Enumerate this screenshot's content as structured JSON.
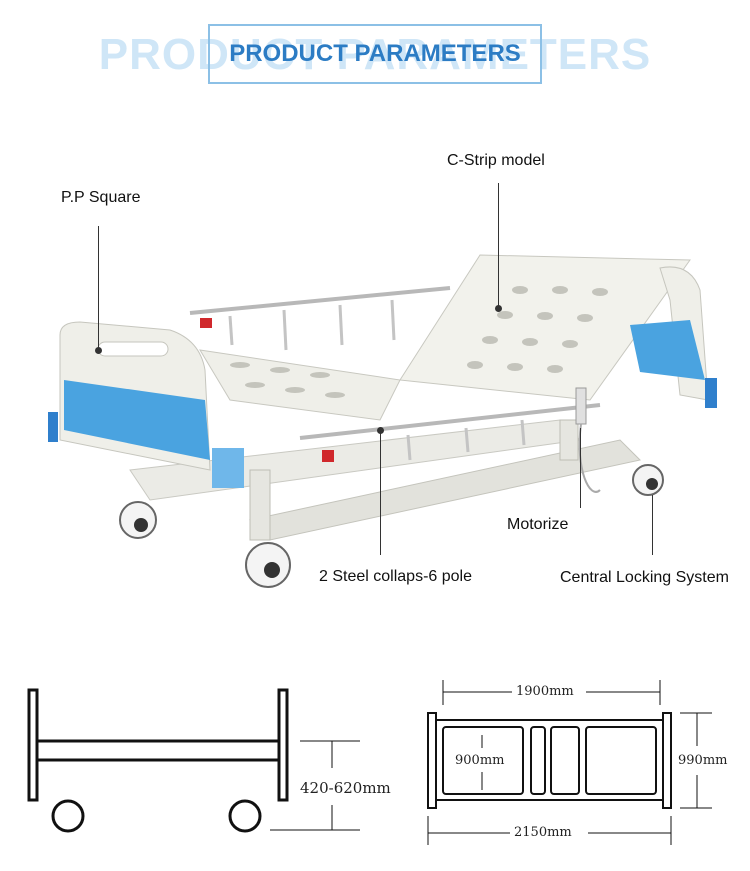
{
  "header": {
    "title": "PRODUCT PARAMETERS"
  },
  "callouts": {
    "pp_square": "P.P Square",
    "c_strip": "C-Strip model",
    "motorize": "Motorize",
    "steel_pole": "2 Steel collaps-6 pole",
    "locking": "Central Locking System"
  },
  "dimensions": {
    "height_range": "420-620mm",
    "length_inner": "1900mm",
    "width_inner": "900mm",
    "width_outer": "990mm",
    "length_outer": "2150mm"
  },
  "colors": {
    "accent": "#2c7cc4",
    "panel_blue": "#4aa3e0",
    "red_clip": "#d0282c",
    "frame": "#e8e8e2"
  }
}
